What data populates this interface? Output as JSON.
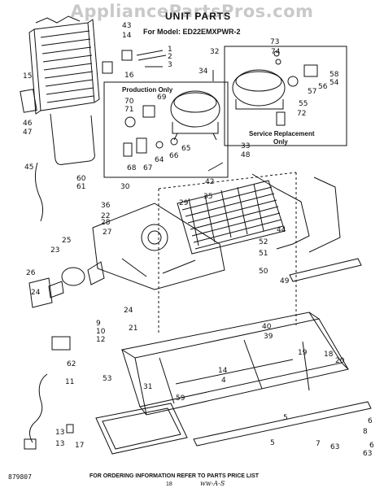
{
  "watermark": "AppliancePartsPros.com",
  "title": "UNIT PARTS",
  "model": "For Model: ED22EMXPWR-2",
  "production_only": "Production Only",
  "service_replacement": [
    "Service Replacement",
    "Only"
  ],
  "footer": "FOR ORDERING INFORMATION REFER TO PARTS PRICE LIST",
  "page_number": "18",
  "doc_number": "879807",
  "handwritten": "ᴡᴡ-A-S",
  "part_labels": [
    {
      "text": "43"
    },
    {
      "text": "14"
    },
    {
      "text": "1"
    },
    {
      "text": "2"
    },
    {
      "text": "3"
    },
    {
      "text": "16"
    },
    {
      "text": "34"
    },
    {
      "text": "15"
    },
    {
      "text": "32"
    },
    {
      "text": "73"
    },
    {
      "text": "74"
    },
    {
      "text": "58"
    },
    {
      "text": "54"
    },
    {
      "text": "57"
    },
    {
      "text": "56"
    },
    {
      "text": "55"
    },
    {
      "text": "72"
    },
    {
      "text": "69"
    },
    {
      "text": "70"
    },
    {
      "text": "71"
    },
    {
      "text": "65"
    },
    {
      "text": "66"
    },
    {
      "text": "64"
    },
    {
      "text": "68"
    },
    {
      "text": "67"
    },
    {
      "text": "46"
    },
    {
      "text": "47"
    },
    {
      "text": "33"
    },
    {
      "text": "48"
    },
    {
      "text": "45"
    },
    {
      "text": "60"
    },
    {
      "text": "61"
    },
    {
      "text": "30"
    },
    {
      "text": "42"
    },
    {
      "text": "36"
    },
    {
      "text": "35"
    },
    {
      "text": "29"
    },
    {
      "text": "22"
    },
    {
      "text": "28"
    },
    {
      "text": "27"
    },
    {
      "text": "25"
    },
    {
      "text": "44"
    },
    {
      "text": "23"
    },
    {
      "text": "52"
    },
    {
      "text": "51"
    },
    {
      "text": "26"
    },
    {
      "text": "50"
    },
    {
      "text": "49"
    },
    {
      "text": "24"
    },
    {
      "text": "24"
    },
    {
      "text": "9"
    },
    {
      "text": "10"
    },
    {
      "text": "12"
    },
    {
      "text": "21"
    },
    {
      "text": "40"
    },
    {
      "text": "39"
    },
    {
      "text": "62"
    },
    {
      "text": "19"
    },
    {
      "text": "18"
    },
    {
      "text": "20"
    },
    {
      "text": "53"
    },
    {
      "text": "14"
    },
    {
      "text": "4"
    },
    {
      "text": "31"
    },
    {
      "text": "59"
    },
    {
      "text": "11"
    },
    {
      "text": "5"
    },
    {
      "text": "6"
    },
    {
      "text": "8"
    },
    {
      "text": "63"
    },
    {
      "text": "13"
    },
    {
      "text": "17"
    },
    {
      "text": "5"
    },
    {
      "text": "7"
    },
    {
      "text": "63"
    },
    {
      "text": "6"
    },
    {
      "text": "13"
    }
  ]
}
